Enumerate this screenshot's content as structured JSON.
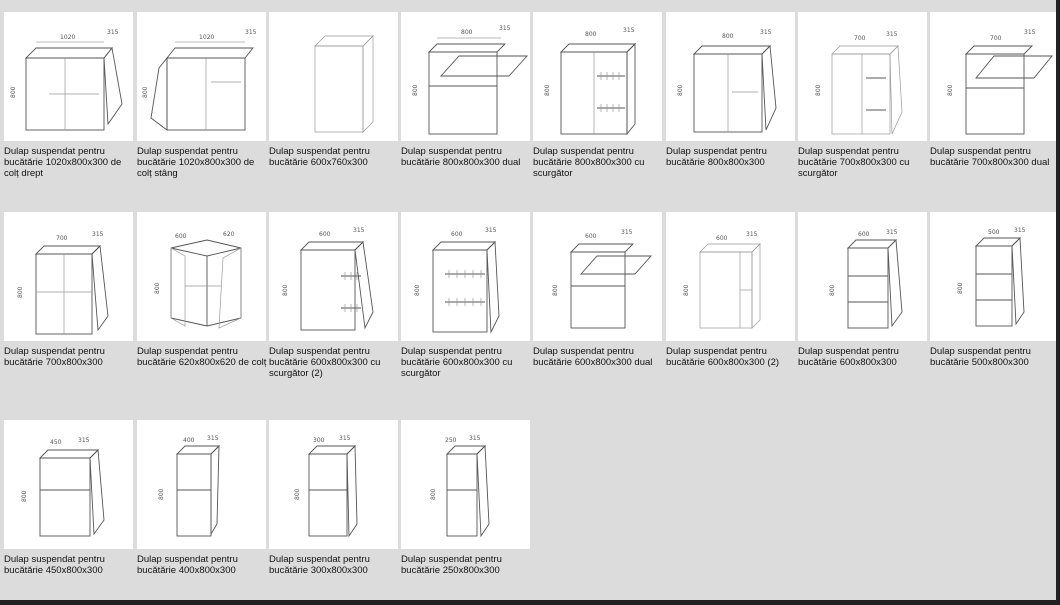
{
  "items": [
    {
      "caption": "Dulap suspendat pentru bucătărie 1020x800x300 de colț drept",
      "icon": "corner-right-cabinet-icon",
      "w": "1020",
      "d": "315",
      "h": "800"
    },
    {
      "caption": "Dulap suspendat pentru bucătărie 1020x800x300 de colț stâng",
      "icon": "corner-left-cabinet-icon",
      "w": "1020",
      "d": "315",
      "h": "800"
    },
    {
      "caption": "Dulap suspendat pentru bucătărie 600x760x300",
      "icon": "closed-cabinet-icon",
      "w": "",
      "d": "",
      "h": ""
    },
    {
      "caption": "Dulap suspendat pentru bucătărie 800x800x300 dual",
      "icon": "dual-flap-cabinet-icon",
      "w": "800",
      "d": "315",
      "h": "800"
    },
    {
      "caption": "Dulap suspendat pentru bucătărie 800x800x300 cu scurgător",
      "icon": "drainer-cabinet-icon",
      "w": "800",
      "d": "315",
      "h": "800"
    },
    {
      "caption": "Dulap suspendat pentru bucătărie 800x800x300",
      "icon": "double-door-cabinet-icon",
      "w": "800",
      "d": "315",
      "h": "800"
    },
    {
      "caption": "Dulap suspendat pentru bucătărie 700x800x300 cu scurgător",
      "icon": "drainer-cabinet-icon",
      "w": "700",
      "d": "315",
      "h": "800"
    },
    {
      "caption": "Dulap suspendat pentru bucătărie 700x800x300 dual",
      "icon": "dual-flap-cabinet-icon",
      "w": "700",
      "d": "315",
      "h": "800"
    },
    {
      "caption": "Dulap suspendat pentru bucătărie 700x800x300",
      "icon": "single-door-cabinet-icon",
      "w": "700",
      "d": "315",
      "h": "800"
    },
    {
      "caption": "Dulap suspendat pentru bucătărie 620x800x620 de colț",
      "icon": "corner-cabinet-icon",
      "w": "620",
      "d": "600",
      "h": "800"
    },
    {
      "caption": "Dulap suspendat pentru bucătărie 600x800x300 cu scurgător (2)",
      "icon": "drainer-cabinet-icon",
      "w": "600",
      "d": "315",
      "h": "800"
    },
    {
      "caption": "Dulap suspendat pentru bucătărie 600x800x300 cu scurgător",
      "icon": "drainer-cabinet-icon",
      "w": "600",
      "d": "315",
      "h": "800"
    },
    {
      "caption": "Dulap suspendat pentru bucătărie 600x800x300 dual",
      "icon": "dual-flap-cabinet-icon",
      "w": "600",
      "d": "315",
      "h": "800"
    },
    {
      "caption": "Dulap suspendat pentru bucătărie 600x800x300 (2)",
      "icon": "open-door-cabinet-icon",
      "w": "600",
      "d": "315",
      "h": "800"
    },
    {
      "caption": "Dulap suspendat pentru bucătărie 600x800x300",
      "icon": "single-door-cabinet-icon",
      "w": "600",
      "d": "315",
      "h": "800"
    },
    {
      "caption": "Dulap suspendat pentru bucătărie 500x800x300",
      "icon": "single-door-cabinet-icon",
      "w": "500",
      "d": "315",
      "h": "800"
    },
    {
      "caption": "Dulap suspendat pentru bucătărie 450x800x300",
      "icon": "single-door-cabinet-icon",
      "w": "450",
      "d": "315",
      "h": "800"
    },
    {
      "caption": "Dulap suspendat pentru bucătărie 400x800x300",
      "icon": "single-door-cabinet-icon",
      "w": "400",
      "d": "315",
      "h": "800"
    },
    {
      "caption": "Dulap suspendat pentru bucătărie 300x800x300",
      "icon": "single-door-cabinet-icon",
      "w": "300",
      "d": "315",
      "h": "800"
    },
    {
      "caption": "Dulap suspendat pentru bucătărie 250x800x300",
      "icon": "single-door-cabinet-icon",
      "w": "250",
      "d": "315",
      "h": "800"
    }
  ]
}
